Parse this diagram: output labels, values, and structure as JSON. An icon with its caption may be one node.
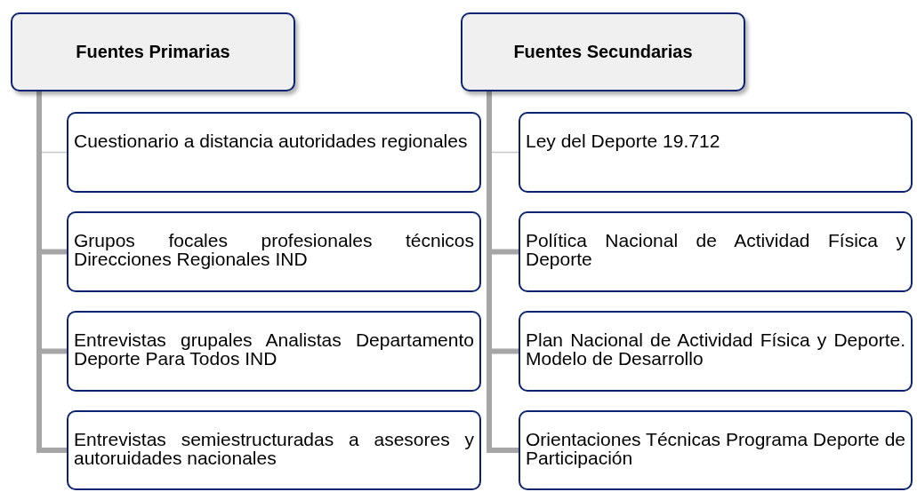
{
  "diagram": {
    "nodes": [
      {
        "text": [
          "Fuentes Primarias"
        ]
      },
      {
        "text": [
          "Cuestionario a distancia autoridades regionales"
        ]
      },
      {
        "text": [
          "Grupos focales profesionales técnicos Direcciones Regionales IND"
        ]
      },
      {
        "text": [
          "Entrevistas grupales Analistas Departamento Deporte Para Todos IND"
        ]
      },
      {
        "text": [
          "Entrevistas semiestructuradas a asesores y autoruidades nacionales"
        ]
      },
      {
        "text": [
          "Fuentes Secundarias"
        ]
      },
      {
        "text": [
          "Ley del Deporte 19.712"
        ]
      },
      {
        "text": [
          "Política Nacional de Actividad Física y Deporte"
        ]
      },
      {
        "text": [
          "Plan Nacional de Actividad Física y Deporte. Modelo de Desarrollo"
        ]
      },
      {
        "text": [
          "Orientaciones Técnicas Programa Deporte de Participación"
        ]
      }
    ],
    "edges": [
      {
        "from": 0,
        "to": 1,
        "arrow": "none",
        "color": "#c8c8c8"
      },
      {
        "from": 0,
        "to": 2,
        "arrow": "none"
      },
      {
        "from": 0,
        "to": 3,
        "arrow": "none"
      },
      {
        "from": 0,
        "to": 4,
        "arrow": "none"
      },
      {
        "from": 5,
        "to": 6,
        "arrow": "none",
        "color": "#c8c8c8"
      },
      {
        "from": 5,
        "to": 7,
        "arrow": "none"
      },
      {
        "from": 5,
        "to": 8,
        "arrow": "none"
      },
      {
        "from": 5,
        "to": 9,
        "arrow": "none"
      }
    ]
  }
}
